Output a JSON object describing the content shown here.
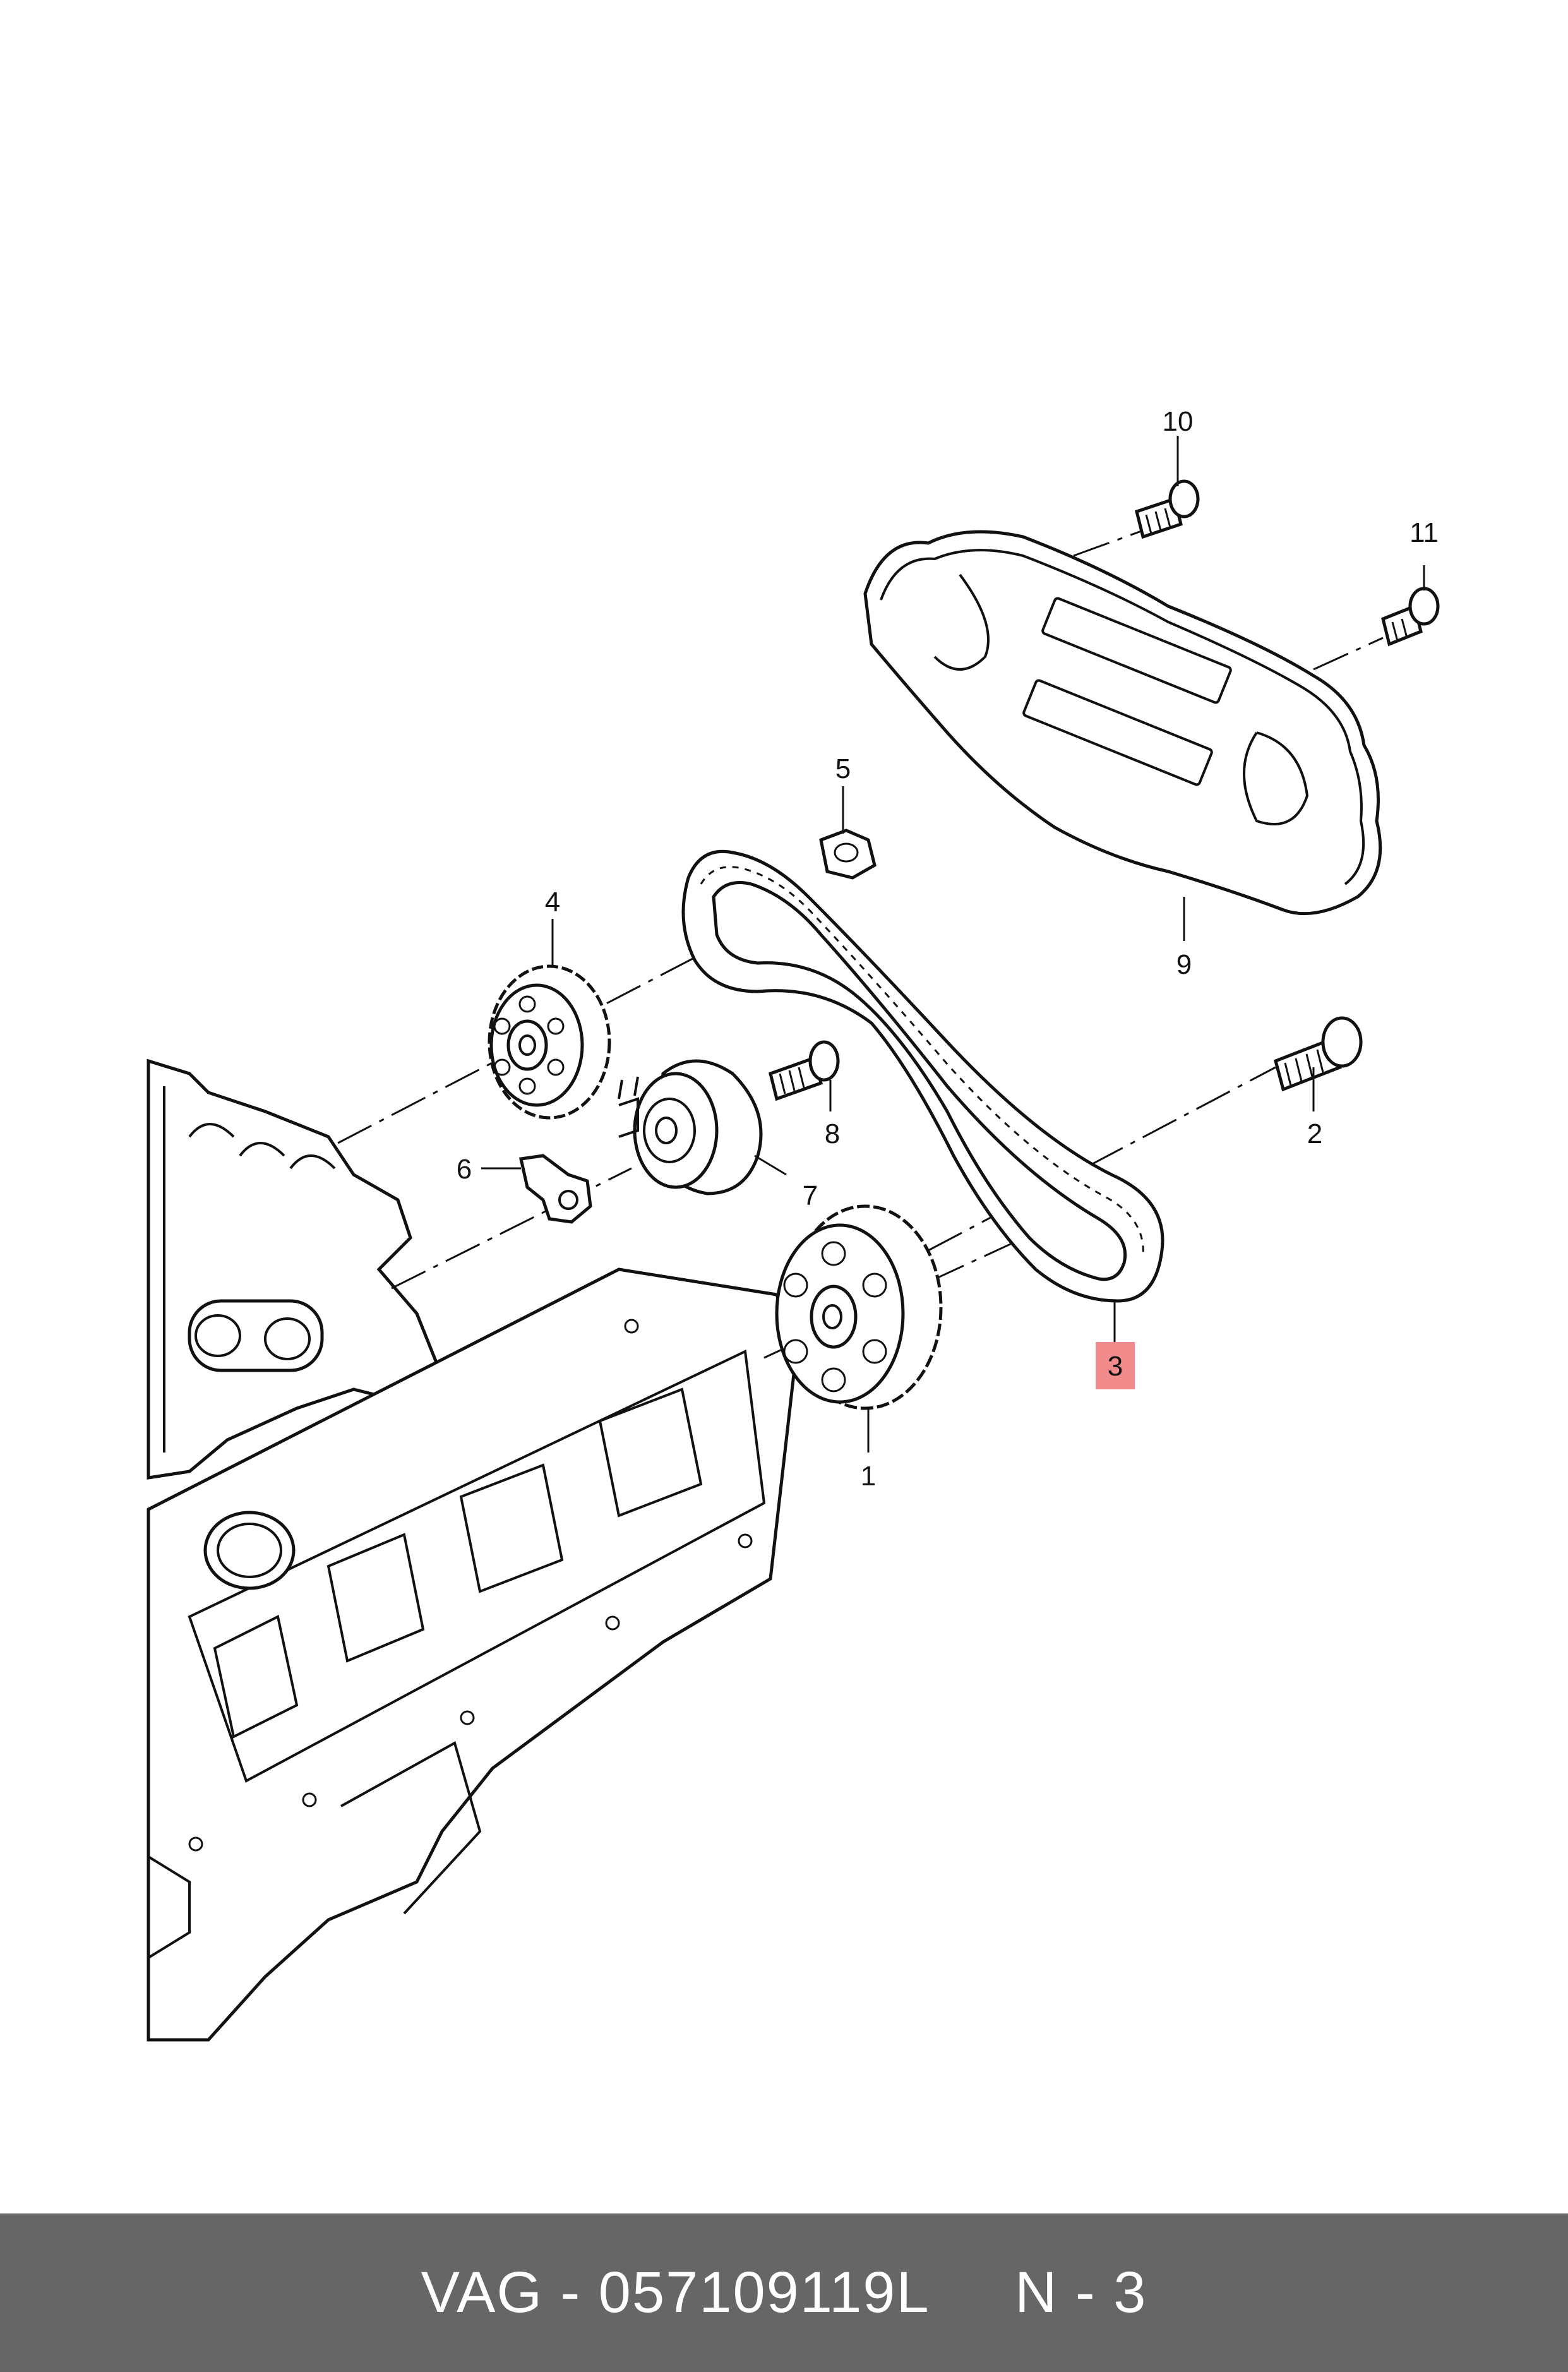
{
  "diagram": {
    "callouts": [
      {
        "id": "1",
        "label": "1"
      },
      {
        "id": "2",
        "label": "2"
      },
      {
        "id": "3",
        "label": "3"
      },
      {
        "id": "4",
        "label": "4"
      },
      {
        "id": "5",
        "label": "5"
      },
      {
        "id": "6",
        "label": "6"
      },
      {
        "id": "7",
        "label": "7"
      },
      {
        "id": "8",
        "label": "8"
      },
      {
        "id": "9",
        "label": "9"
      },
      {
        "id": "10",
        "label": "10"
      },
      {
        "id": "11",
        "label": "11"
      }
    ],
    "highlight_color": "#f28b8b",
    "highlighted_callout": "3"
  },
  "footer": {
    "text": "VAG - 057109119L     N - 3",
    "background": "#666666"
  }
}
